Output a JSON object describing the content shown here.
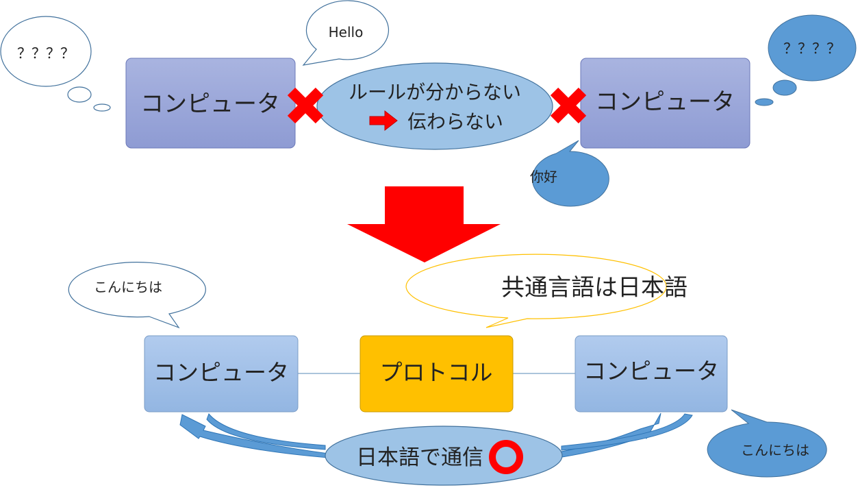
{
  "top": {
    "computer_left": "コンピュータ",
    "computer_right": "コンピュータ",
    "center_line1": "ルールが分からない",
    "center_line2": "伝わらない",
    "thought_left": "？？？？",
    "thought_right": "？？？？",
    "speech_hello": "Hello",
    "speech_nihao": "你好"
  },
  "bottom": {
    "computer_left": "コンピュータ",
    "computer_right": "コンピュータ",
    "protocol": "プロトコル",
    "speech_left": "こんにちは",
    "speech_right": "こんにちは",
    "common_language": "共通言語は日本語",
    "communication": "日本語で通信"
  },
  "colors": {
    "box_top_fill": "#a3a9da",
    "box_bottom_fill": "#a6c3e8",
    "protocol_fill": "#ffc000",
    "ellipse_fill": "#9dc3e6",
    "dark_bubble_fill": "#5b9bd5",
    "cross_red": "#ff0000",
    "big_arrow_red": "#ff0000",
    "circle_red": "#ff0000",
    "yellow_outline": "#ffc000"
  }
}
